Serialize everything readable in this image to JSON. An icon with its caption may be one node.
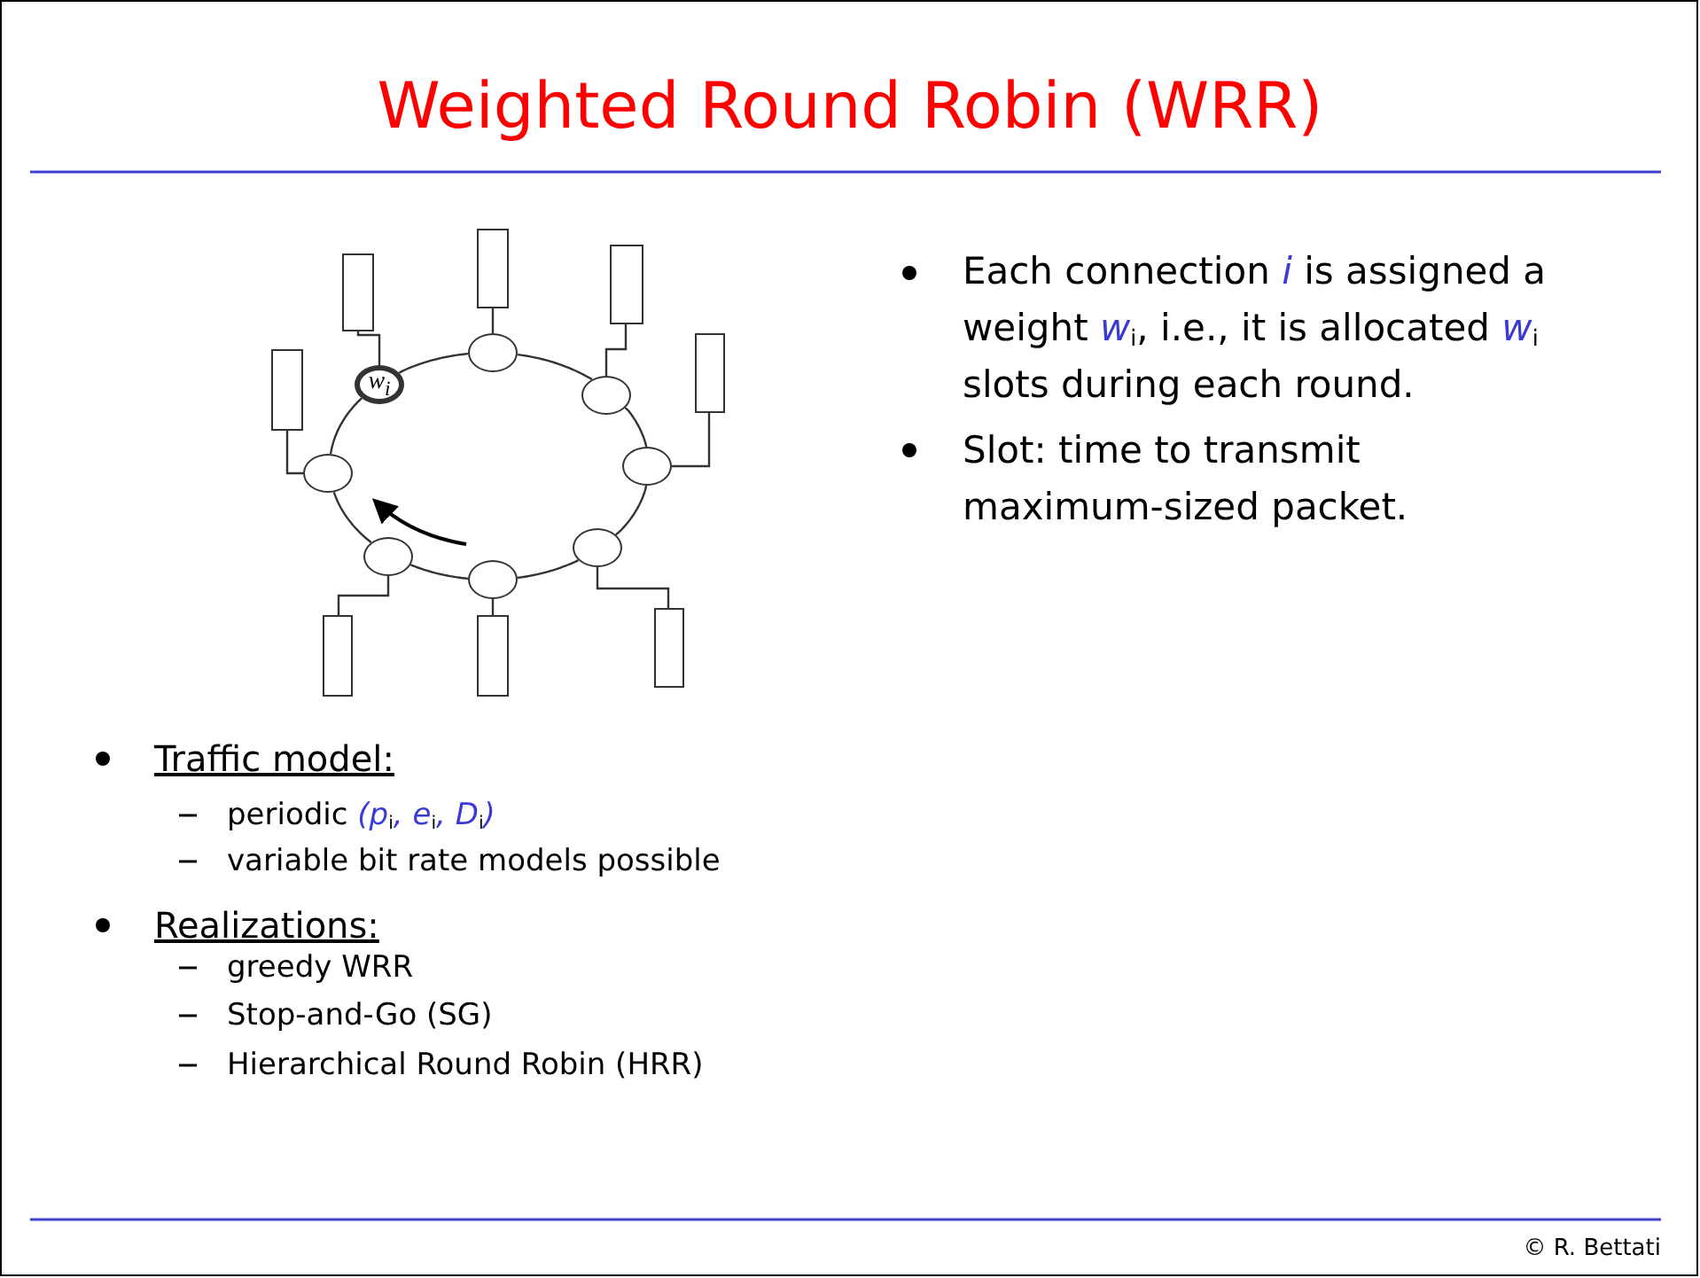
{
  "diagram": {
    "title": "Weighted Round Robin (WRR)",
    "nodes": [
      {
        "text": [],
        "shape": "ellipse"
      },
      {
        "text": [
          "w$_{i}$"
        ]
      },
      {
        "text": [],
        "shape": "ellipse"
      },
      {
        "text": [],
        "shape": "ellipse"
      },
      {
        "text": [],
        "shape": "ellipse"
      },
      {
        "text": [],
        "shape": "ellipse"
      },
      {
        "text": [],
        "shape": "ellipse"
      },
      {
        "text": [],
        "shape": "ellipse"
      },
      {
        "text": [],
        "shape": "box"
      },
      {
        "text": [],
        "shape": "box"
      },
      {
        "text": [],
        "shape": "box"
      },
      {
        "text": [],
        "shape": "box"
      },
      {
        "text": [],
        "shape": "box"
      },
      {
        "text": [],
        "shape": "box"
      },
      {
        "text": [],
        "shape": "box"
      },
      {
        "text": [],
        "shape": "box"
      }
    ],
    "edges": [
      {
        "from": 0,
        "to": 2,
        "arrow": "none"
      },
      {
        "from": 2,
        "to": 3,
        "arrow": "none"
      },
      {
        "from": 3,
        "to": 5,
        "arrow": "none"
      },
      {
        "from": 5,
        "to": 7,
        "arrow": "none"
      },
      {
        "from": 7,
        "to": 6,
        "arrow": "none"
      },
      {
        "from": 6,
        "to": 4,
        "arrow": "none"
      },
      {
        "from": 4,
        "to": 1,
        "arrow": "none"
      },
      {
        "from": 1,
        "to": 0,
        "arrow": "none"
      },
      {
        "from": 8,
        "to": 0,
        "arrow": "none"
      },
      {
        "from": 9,
        "to": 2,
        "arrow": "none"
      },
      {
        "from": 10,
        "to": 1,
        "arrow": "none"
      },
      {
        "from": 11,
        "to": 3,
        "arrow": "none"
      },
      {
        "from": 12,
        "to": 4,
        "arrow": "none"
      },
      {
        "from": 13,
        "to": 5,
        "arrow": "none"
      },
      {
        "from": 14,
        "to": 7,
        "arrow": "none"
      },
      {
        "from": 15,
        "to": 6,
        "arrow": "none"
      }
    ],
    "labels": [
      "Each connection *i* is assigned a weight *w*$_{i}$, i.e., it is allocated *w*$_{i}$ slots during each round.",
      "Slot: time to transmit maximum-sized packet.",
      "Traffic model:",
      "periodic *(p*$_{i}$*, e*$_{i}$*, D*$_{i}$*)*",
      "variable bit rate models possible",
      "Realizations:",
      "greedy WRR",
      "Stop-and-Go (SG)",
      "Hierarchical Round Robin (HRR)",
      "© R. Bettati"
    ]
  }
}
